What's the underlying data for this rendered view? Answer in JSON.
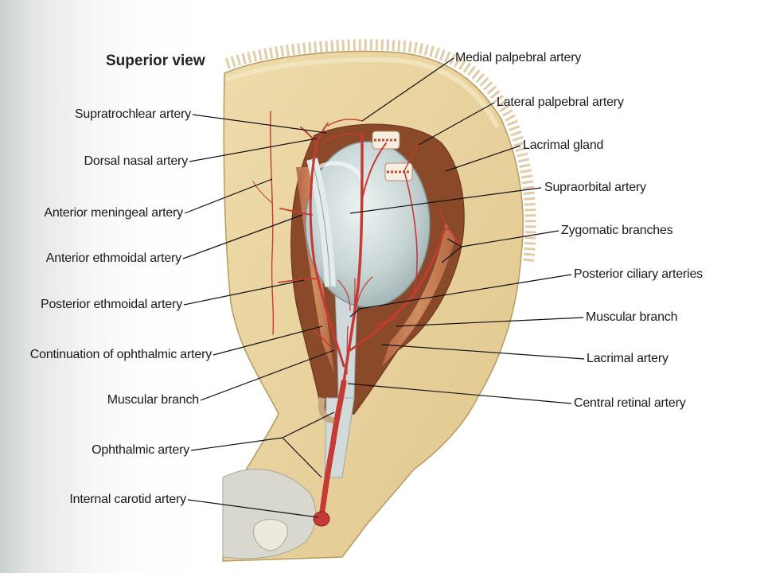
{
  "title": "Superior view",
  "colors": {
    "artery": "#c63a36",
    "bone": "#e6cf98",
    "eyeball": "#c7d3d3",
    "leader": "#111111"
  },
  "labels_left": [
    "Supratrochlear artery",
    "Dorsal nasal artery",
    "Anterior meningeal artery",
    "Anterior ethmoidal artery",
    "Posterior ethmoidal artery",
    "Continuation of ophthalmic artery",
    "Muscular branch",
    "Ophthalmic artery",
    "Internal carotid artery"
  ],
  "labels_right": [
    "Medial palpebral artery",
    "Lateral palpebral artery",
    "Lacrimal gland",
    "Supraorbital artery",
    "Zygomatic branches",
    "Posterior ciliary arteries",
    "Muscular branch",
    "Lacrimal artery",
    "Central retinal artery"
  ]
}
